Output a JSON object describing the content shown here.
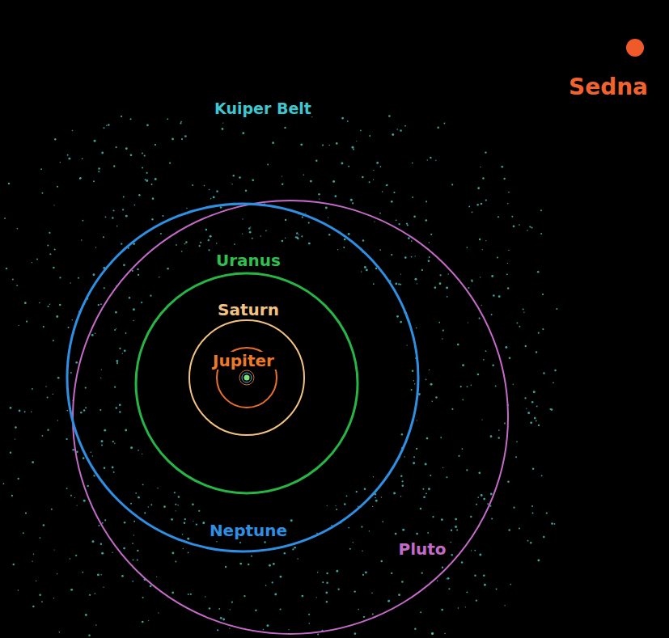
{
  "diagram": {
    "labels": [
      "Sedna",
      "Kuiper Belt",
      "Uranus",
      "Saturn",
      "Jupiter",
      "Neptune",
      "Pluto"
    ]
  }
}
